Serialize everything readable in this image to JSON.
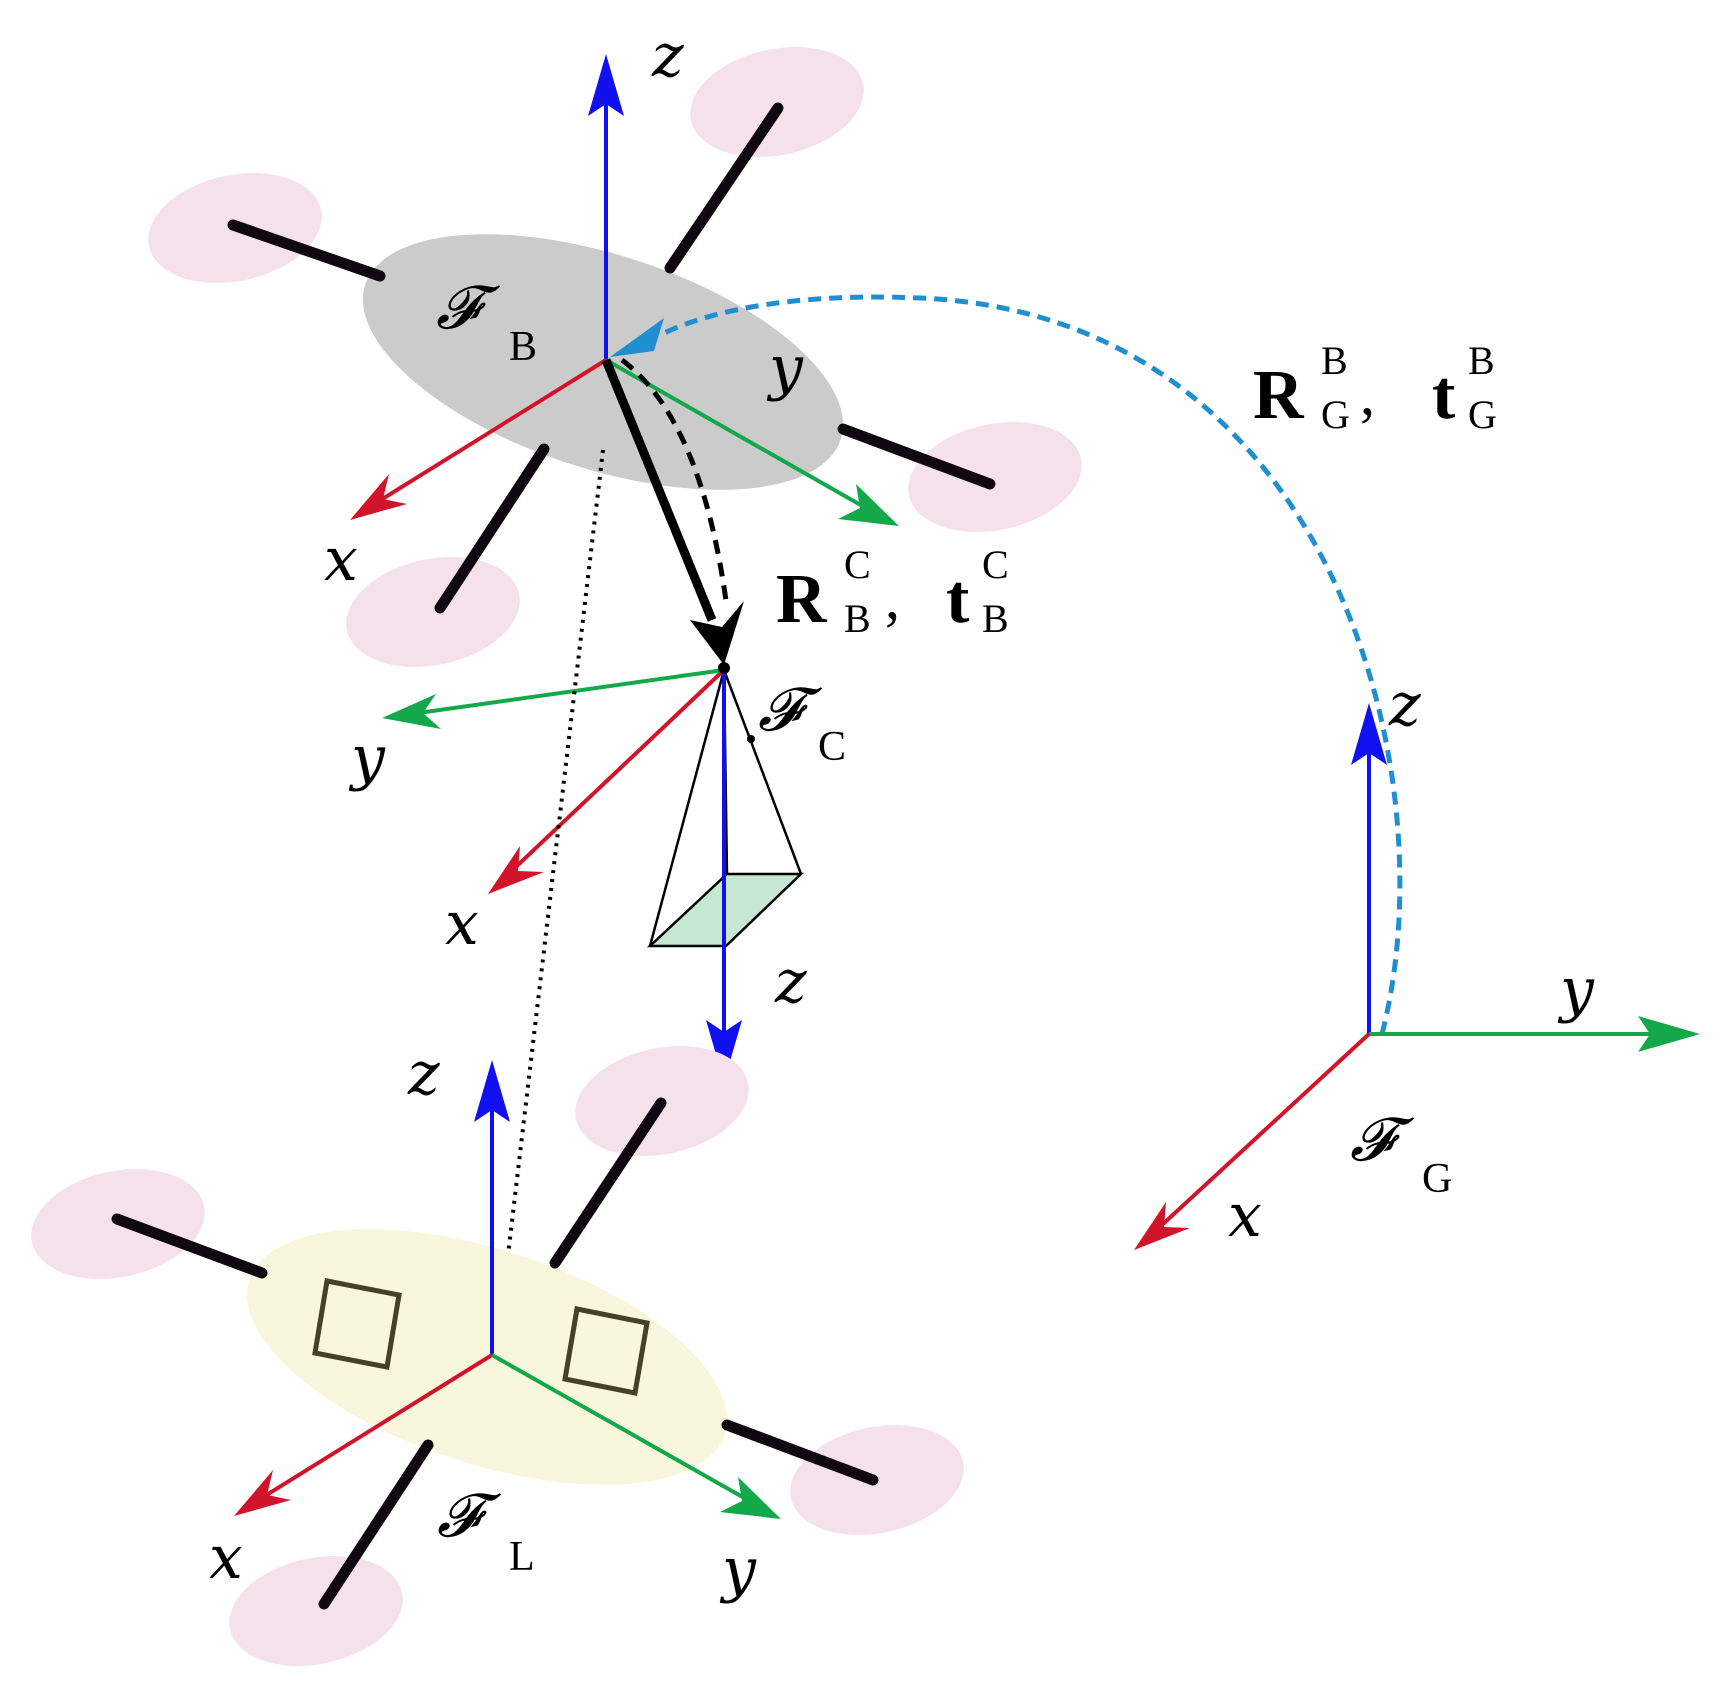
{
  "frames": {
    "body": {
      "symbol": "𝓕",
      "subscript": "B"
    },
    "camera": {
      "symbol": "𝓕",
      "subscript": "C"
    },
    "landing": {
      "symbol": "𝓕",
      "subscript": "L"
    },
    "global": {
      "symbol": "𝓕",
      "subscript": "G"
    }
  },
  "axis_labels": {
    "x": "x",
    "y": "y",
    "z": "z"
  },
  "transforms": {
    "body_to_camera": {
      "rotation": "R",
      "translation": "t",
      "superscript": "C",
      "subscript": "B",
      "separator": ","
    },
    "global_to_body": {
      "rotation": "R",
      "translation": "t",
      "superscript": "B",
      "subscript": "G",
      "separator": ","
    }
  },
  "colors": {
    "x_axis": "#d2142a",
    "y_axis": "#13a84a",
    "z_axis": "#1010f0",
    "rotor": "#f5e1ea",
    "body_disc": "#cbcbcb",
    "landing_disc": "#f8f6dc",
    "arm": "#100810",
    "global_transform_arc": "#1f8fd0",
    "camera_image_plane": "#c6e8d2",
    "landing_marker": "#45402a"
  }
}
